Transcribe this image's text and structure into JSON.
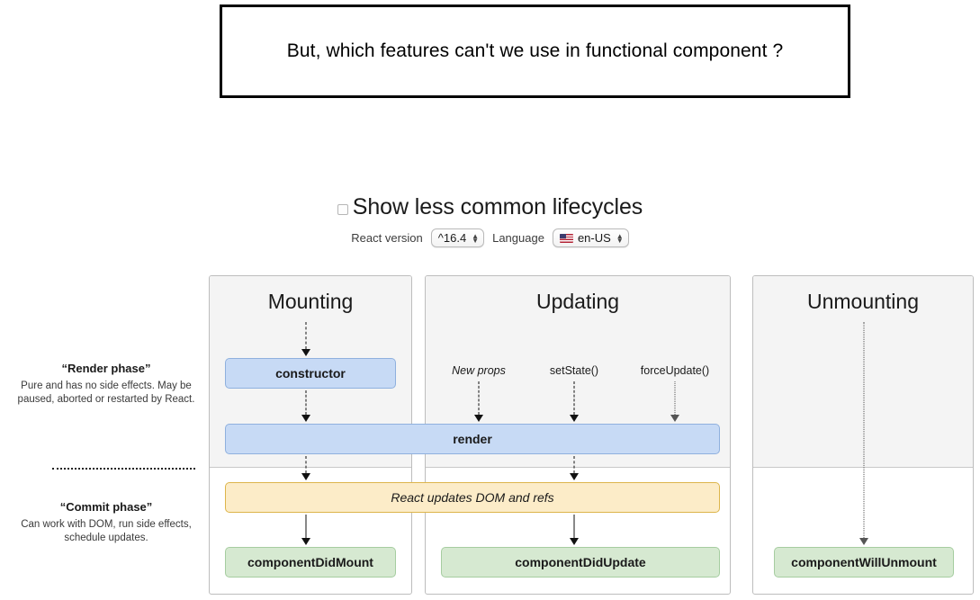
{
  "slide": {
    "question": "But, which features can't we use in functional component ?"
  },
  "controls": {
    "show_less_common_label": "Show less common lifecycles",
    "checkbox_checked": false,
    "react_version_label": "React version",
    "react_version_value": "^16.4",
    "language_label": "Language",
    "language_value": "en-US",
    "language_flag_icon": "us-flag-icon"
  },
  "phases": [
    {
      "id": "render",
      "title": "“Render phase”",
      "description": "Pure and has no side effects. May be paused, aborted or restarted by React."
    },
    {
      "id": "commit",
      "title": "“Commit phase”",
      "description": "Can work with DOM, run side effects, schedule updates."
    }
  ],
  "columns": [
    {
      "id": "mounting",
      "title": "Mounting"
    },
    {
      "id": "updating",
      "title": "Updating"
    },
    {
      "id": "unmounting",
      "title": "Unmounting"
    }
  ],
  "lifecycle_boxes": [
    {
      "id": "constructor",
      "label": "constructor",
      "color": "#c7daf5",
      "phase": "render",
      "column": "mounting"
    },
    {
      "id": "render",
      "label": "render",
      "color": "#c7daf5",
      "phase": "render",
      "column": "mounting+updating"
    },
    {
      "id": "react_updates",
      "label": "React updates DOM and refs",
      "color": "#fcecc8",
      "phase": "commit",
      "column": "mounting+updating"
    },
    {
      "id": "component_did_mount",
      "label": "componentDidMount",
      "color": "#d6e9d1",
      "phase": "commit",
      "column": "mounting"
    },
    {
      "id": "component_did_update",
      "label": "componentDidUpdate",
      "color": "#d6e9d1",
      "phase": "commit",
      "column": "updating"
    },
    {
      "id": "component_will_unmount",
      "label": "componentWillUnmount",
      "color": "#d6e9d1",
      "phase": "commit",
      "column": "unmounting"
    }
  ],
  "update_triggers": [
    {
      "id": "new_props",
      "label": "New props"
    },
    {
      "id": "set_state",
      "label": "setState()"
    },
    {
      "id": "force_update",
      "label": "forceUpdate()"
    }
  ]
}
